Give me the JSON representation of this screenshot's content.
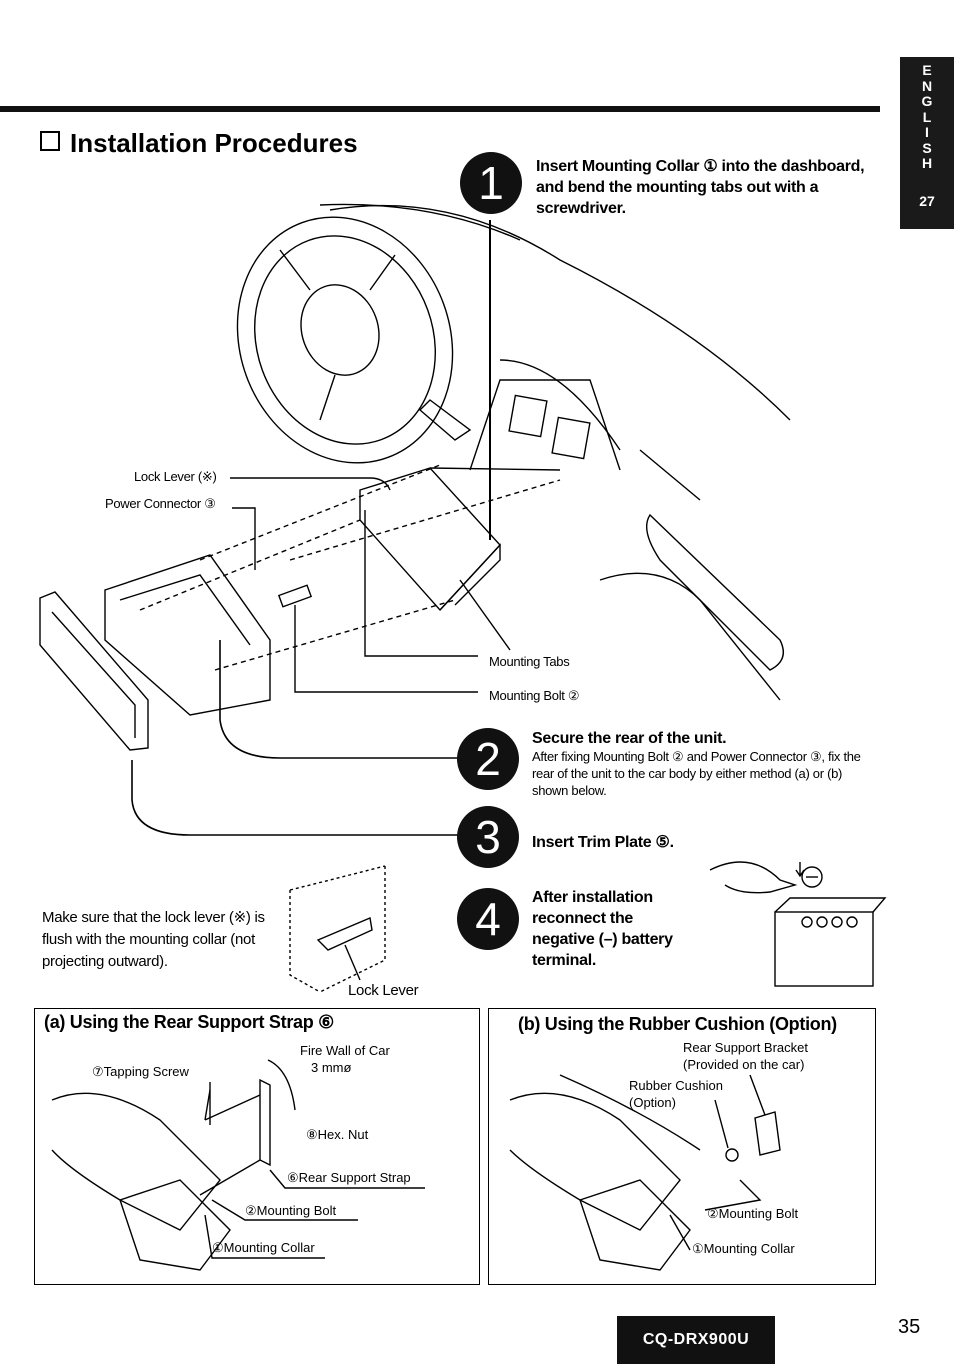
{
  "side_tab": {
    "letters": [
      "E",
      "N",
      "G",
      "L",
      "I",
      "S",
      "H"
    ],
    "page": "27"
  },
  "title": "Installation Procedures",
  "steps": [
    {
      "number": "1",
      "heading": "Insert Mounting Collar ① into the dashboard, and bend the mounting tabs out with a screwdriver."
    },
    {
      "number": "2",
      "heading": "Secure the rear of the unit.",
      "body": "After fixing Mounting Bolt ② and Power Connector ③, fix the rear of the unit to the car body by either method (a) or (b) shown below."
    },
    {
      "number": "3",
      "heading": "Insert Trim Plate ⑤."
    },
    {
      "number": "4",
      "heading": "After installation reconnect the negative (–) battery terminal."
    }
  ],
  "diagram_labels": {
    "lock_lever": "Lock Lever (※)",
    "power_connector": "Power Connector ③",
    "mounting_tabs": "Mounting Tabs",
    "mounting_bolt": "Mounting Bolt ②"
  },
  "note": {
    "text": "Make sure that the lock lever (※) is flush with the mounting collar (not projecting outward).",
    "lock_lever_label": "Lock Lever"
  },
  "panel_a": {
    "heading": "(a) Using the Rear Support Strap ⑥",
    "labels": {
      "fire_wall": "Fire Wall of Car",
      "size": "3 mmø",
      "tapping_screw": "⑦Tapping Screw",
      "hex_nut": "⑧Hex. Nut",
      "rear_support_strap": "⑥Rear Support Strap",
      "mounting_bolt": "②Mounting Bolt",
      "mounting_collar": "①Mounting Collar"
    }
  },
  "panel_b": {
    "heading": "(b) Using the Rubber Cushion (Option)",
    "labels": {
      "rear_support_bracket": "Rear Support Bracket",
      "provided": "(Provided on the car)",
      "rubber_cushion": "Rubber Cushion",
      "option": "(Option)",
      "mounting_bolt": "②Mounting Bolt",
      "mounting_collar": "①Mounting Collar"
    }
  },
  "footer": {
    "model": "CQ-DRX900U",
    "page_number": "35"
  }
}
